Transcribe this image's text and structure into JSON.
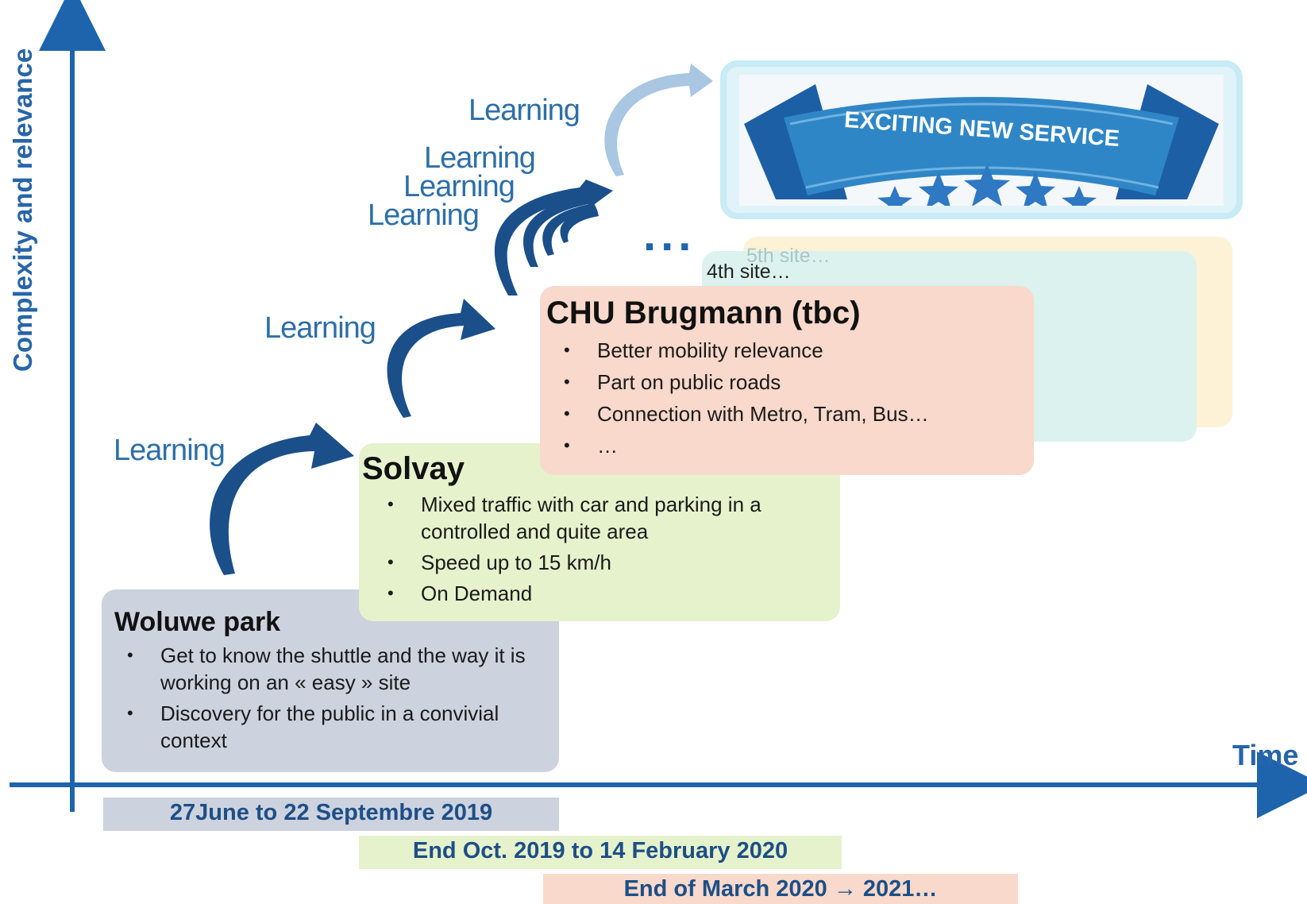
{
  "axes": {
    "y_label": "Complexity and relevance",
    "x_label": "Time"
  },
  "learning_labels": [
    "Learning",
    "Learning",
    "Learning",
    "Learning",
    "Learning",
    "Learning"
  ],
  "ellipsis": "...",
  "banner": {
    "text": "EXCITING NEW SERVICE",
    "stars": 5
  },
  "future_sites": {
    "fifth": "5th site…",
    "fourth": "4th site…"
  },
  "sites": {
    "woluwe": {
      "title": "Woluwe  park",
      "bullets": [
        "Get to know the shuttle and the way it is working on an « easy »  site",
        "Discovery for the public in a convivial context"
      ],
      "dates": "27June to 22 Septembre 2019",
      "color": "#cdd2df"
    },
    "solvay": {
      "title": "Solvay",
      "bullets": [
        "Mixed traffic with car and parking in a controlled and quite area",
        "Speed up to 15 km/h",
        "On Demand"
      ],
      "dates": "End Oct. 2019 to 14 February 2020",
      "color": "#e5f2cc"
    },
    "brugmann": {
      "title": "CHU Brugmann (tbc)",
      "bullets": [
        "Better mobility relevance",
        "Part on public roads",
        "Connection with Metro, Tram, Bus…",
        "…"
      ],
      "dates": "End of March 2020 → 2021…",
      "color": "#f9d9cb"
    }
  },
  "colors": {
    "axis": "#1d64ad",
    "arrow_dark": "#1b4f8a",
    "arrow_light": "#a9c6e3",
    "text_blue": "#2e6fa8"
  }
}
